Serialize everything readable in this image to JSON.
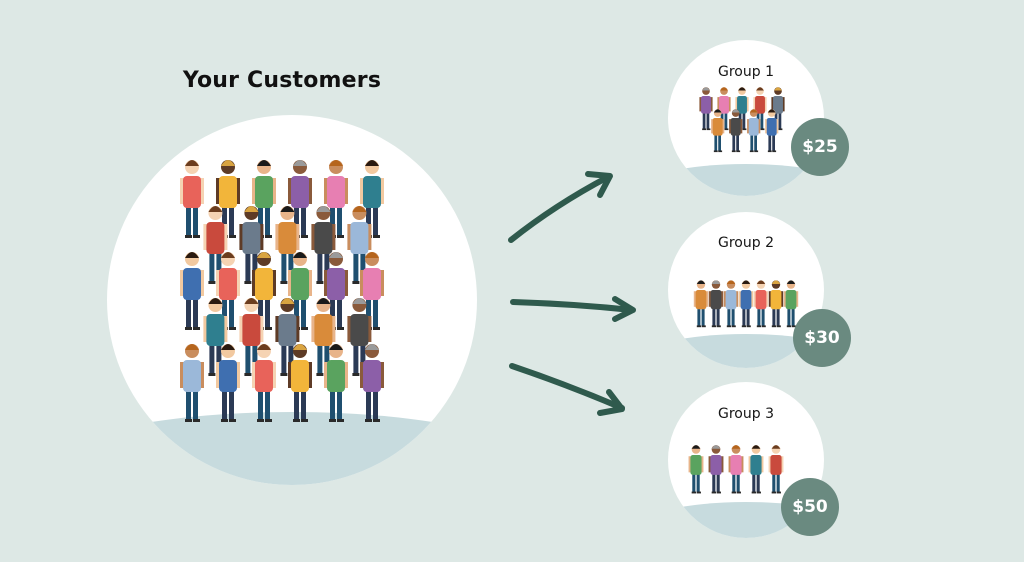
{
  "main": {
    "title": "Your Customers"
  },
  "groups": [
    {
      "title": "Group 1",
      "price": "$25"
    },
    {
      "title": "Group 2",
      "price": "$30"
    },
    {
      "title": "Group 3",
      "price": "$50"
    }
  ],
  "colors": {
    "background": "#dde8e5",
    "circle_fill": "#ffffff",
    "ground": "#c7dbde",
    "arrow": "#2f5a4d",
    "badge": "#6a8a80",
    "title_text": "#111111"
  }
}
